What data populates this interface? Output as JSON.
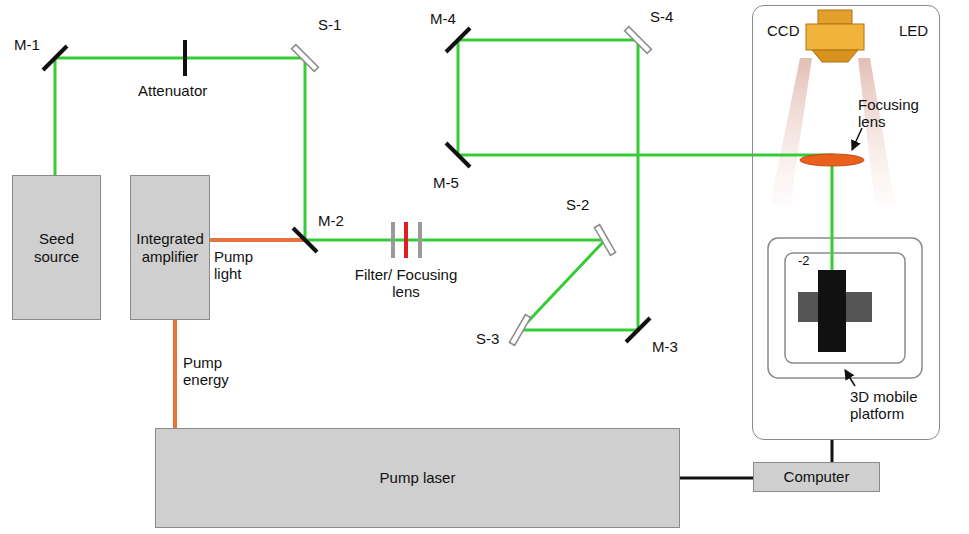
{
  "diagram": {
    "nodes": [
      {
        "text": [
          "Seed source"
        ]
      },
      {
        "text": [
          "Integrated amplifier"
        ]
      },
      {
        "text": [
          "CCD",
          "LED"
        ]
      },
      {
        "text": [
          "Pump laser"
        ]
      },
      {
        "text": [
          "Computer"
        ]
      }
    ],
    "edges": [
      {
        "from": 3,
        "to": 1,
        "label": "Pump energy",
        "arrow": "none"
      },
      {
        "from": 4,
        "to": 3,
        "arrow": "none"
      },
      {
        "from": 4,
        "to": 2,
        "arrow": "none"
      }
    ],
    "labels": [
      "M-1",
      "Attenuator",
      "S-1",
      "M-2",
      "Pump light",
      "Filter/ Focusing lens",
      "S-2",
      "S-3",
      "M-3",
      "M-4",
      "S-4",
      "M-5",
      "Focusing lens",
      "-2",
      "3D mobile platform"
    ]
  }
}
